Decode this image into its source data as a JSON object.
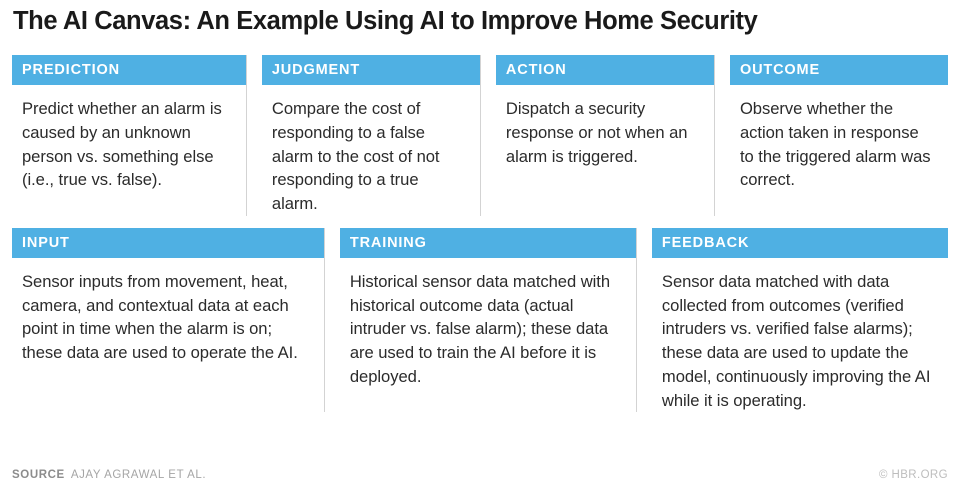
{
  "page_title": "The AI Canvas: An Example Using AI to Improve Home Security",
  "accent_color": "#4fb0e3",
  "divider_color": "#d3d3d3",
  "rows": [
    {
      "name": "top-row",
      "cells": [
        {
          "header": "PREDICTION",
          "body": "Predict whether an alarm is caused by an unknown person vs. something else (i.e., true vs. false)."
        },
        {
          "header": "JUDGMENT",
          "body": "Compare the cost of responding to a false alarm to the cost of not responding to a true alarm."
        },
        {
          "header": "ACTION",
          "body": "Dispatch a security response or not when an alarm is triggered."
        },
        {
          "header": "OUTCOME",
          "body": "Observe whether the action taken in response to the triggered alarm was correct."
        }
      ]
    },
    {
      "name": "bottom-row",
      "cells": [
        {
          "header": "INPUT",
          "body": "Sensor inputs from movement, heat, camera, and contextual data at each point in time when the alarm is on; these data are used to operate the AI."
        },
        {
          "header": "TRAINING",
          "body": "Historical sensor data matched with historical outcome data (actual intruder vs. false alarm); these data are used to train the AI before it is deployed."
        },
        {
          "header": "FEEDBACK",
          "body": "Sensor data matched with data collected from outcomes (verified intruders vs. verified false alarms); these data are used to update the model, continuously improving the AI while it is operating."
        }
      ]
    }
  ],
  "footer": {
    "source_label": "SOURCE",
    "source_text": "AJAY AGRAWAL ET AL.",
    "credit": "© HBR.ORG"
  }
}
